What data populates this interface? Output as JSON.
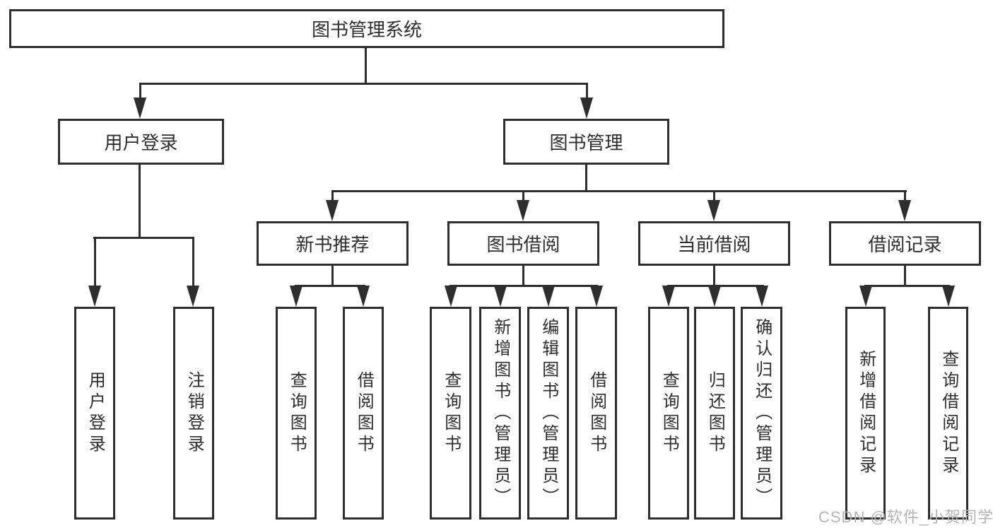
{
  "diagram": {
    "root": {
      "label": "图书管理系统"
    },
    "branches": [
      {
        "label": "用户登录",
        "children": [
          {
            "label": "用户登录"
          },
          {
            "label": "注销登录"
          }
        ]
      },
      {
        "label": "图书管理",
        "children": [
          {
            "label": "新书推荐",
            "children": [
              {
                "label": "查询图书"
              },
              {
                "label": "借阅图书"
              }
            ]
          },
          {
            "label": "图书借阅",
            "children": [
              {
                "label": "查询图书"
              },
              {
                "label": "新增图书（管理员）"
              },
              {
                "label": "编辑图书（管理员）"
              },
              {
                "label": "借阅图书"
              }
            ]
          },
          {
            "label": "当前借阅",
            "children": [
              {
                "label": "查询图书"
              },
              {
                "label": "归还图书"
              },
              {
                "label": "确认归还（管理员）"
              }
            ]
          },
          {
            "label": "借阅记录",
            "children": [
              {
                "label": "新增借阅记录"
              },
              {
                "label": "查询借阅记录"
              }
            ]
          }
        ]
      }
    ]
  },
  "watermark": {
    "text": "CSDN @软件_小贺同学"
  },
  "colors": {
    "line": "#2e2e2e",
    "text": "#2e2e2e",
    "watermark": "#b5b5b5",
    "background": "#ffffff"
  }
}
